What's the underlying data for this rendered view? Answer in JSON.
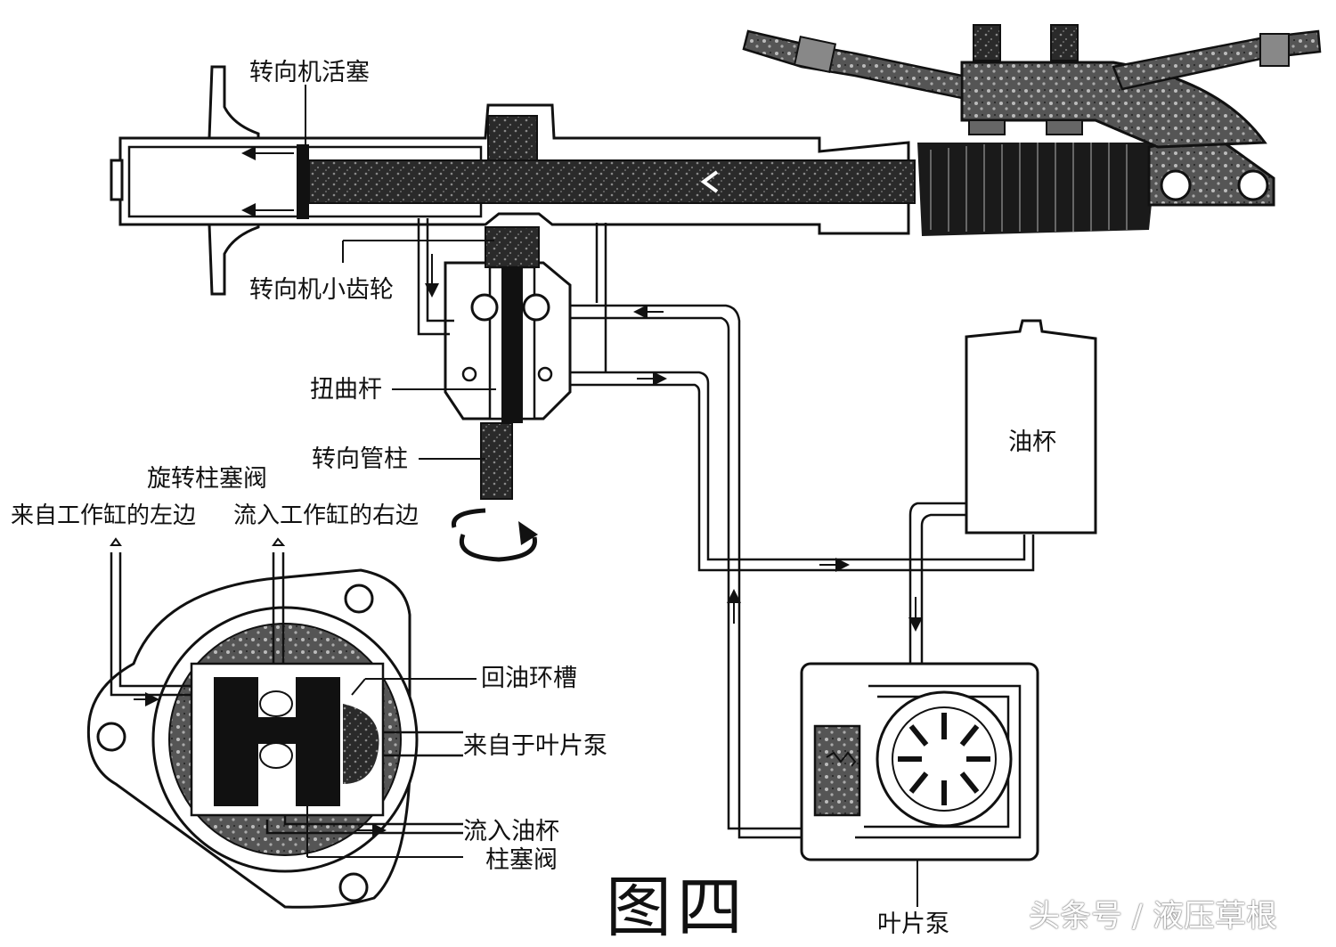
{
  "labels": {
    "steering_piston": "转向机活塞",
    "steering_pinion": "转向机小齿轮",
    "torsion_bar": "扭曲杆",
    "steering_column": "转向管柱",
    "oil_cup": "油杯",
    "rotary_spool_valve": "旋转柱塞阀",
    "from_cylinder_left": "来自工作缸的左边",
    "to_cylinder_right": "流入工作缸的右边",
    "return_groove": "回油环槽",
    "from_vane_pump": "来自于叶片泵",
    "to_oil_cup": "流入油杯",
    "spool_valve": "柱塞阀",
    "vane_pump": "叶片泵"
  },
  "figure_title": "图四",
  "watermark": "头条号 / 液压草根",
  "colors": {
    "ink": "#111111",
    "paper": "#ffffff",
    "fill": "#3a3a3a"
  }
}
